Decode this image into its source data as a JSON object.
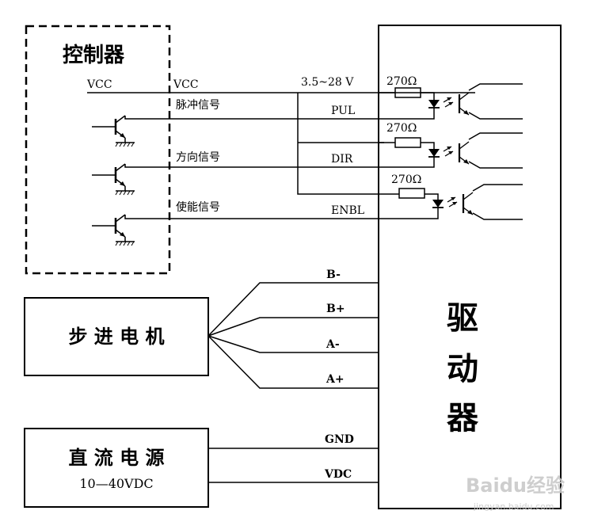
{
  "controller": {
    "title": "控制器",
    "vcc_left": "VCC",
    "vcc_right": "VCC",
    "signals": [
      "脉冲信号",
      "方向信号",
      "使能信号"
    ]
  },
  "driver": {
    "title_chars": [
      "驱",
      "动",
      "器"
    ],
    "supply_range": "3.5~28 V",
    "resistor_label": "270Ω",
    "inputs": [
      "PUL",
      "DIR",
      "ENBL"
    ],
    "motor_terminals": [
      "B-",
      "B+",
      "A-",
      "A+"
    ],
    "power_terminals": [
      "GND",
      "VDC"
    ]
  },
  "motor": {
    "title": "步 进 电 机"
  },
  "power_supply": {
    "title": "直 流 电 源",
    "spec": "10—40VDC"
  },
  "watermark": {
    "brand": "Baidu经验",
    "url": "jingyan.baidu.com"
  }
}
